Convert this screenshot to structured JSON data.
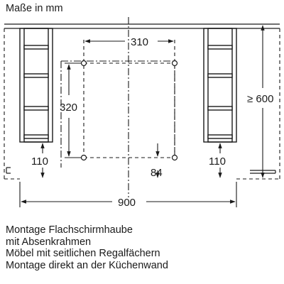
{
  "units_label": "Maße in mm",
  "dimensions": {
    "hole_spacing_horizontal": "310",
    "hole_spacing_vertical": "320",
    "min_height": "≥ 600",
    "left_bottom_offset": "110",
    "right_bottom_offset": "110",
    "hole_to_bottom": "84",
    "total_width": "900"
  },
  "caption": {
    "lines": [
      "Montage Flachschirmhaube",
      "mit Absenkrahmen",
      "Möbel mit seitlichen Regalfächern",
      "Montage direkt an der Küchenwand"
    ]
  },
  "colors": {
    "line": "#1a1a1a",
    "shelf_fill": "#ffffff"
  }
}
